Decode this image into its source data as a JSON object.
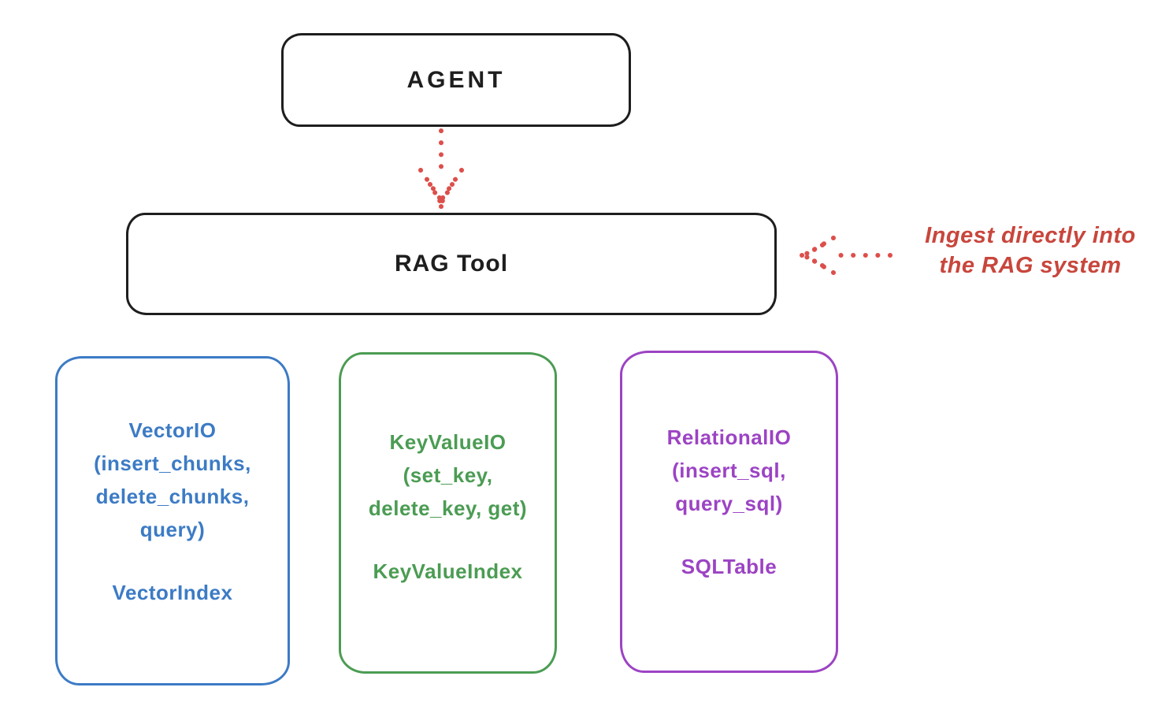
{
  "diagram": {
    "agent": {
      "label": "AGENT"
    },
    "rag_tool": {
      "label": "RAG Tool"
    },
    "annotation": {
      "line1": "Ingest directly into",
      "line2": "the RAG system"
    },
    "io_boxes": [
      {
        "lines": [
          "VectorIO",
          "(insert_chunks,",
          "delete_chunks,",
          "query)"
        ],
        "index_label": "VectorIndex",
        "color": "#3c7bc5"
      },
      {
        "lines": [
          "KeyValueIO",
          "(set_key,",
          "delete_key, get)"
        ],
        "index_label": "KeyValueIndex",
        "color": "#4b9c53"
      },
      {
        "lines": [
          "RelationalIO",
          "(insert_sql,",
          "query_sql)"
        ],
        "index_label": "SQLTable",
        "color": "#9c43c4"
      }
    ],
    "colors": {
      "node_border": "#1e1e1e",
      "arrow_red": "#dd4f4b",
      "annotation_red": "#c8463c"
    }
  }
}
